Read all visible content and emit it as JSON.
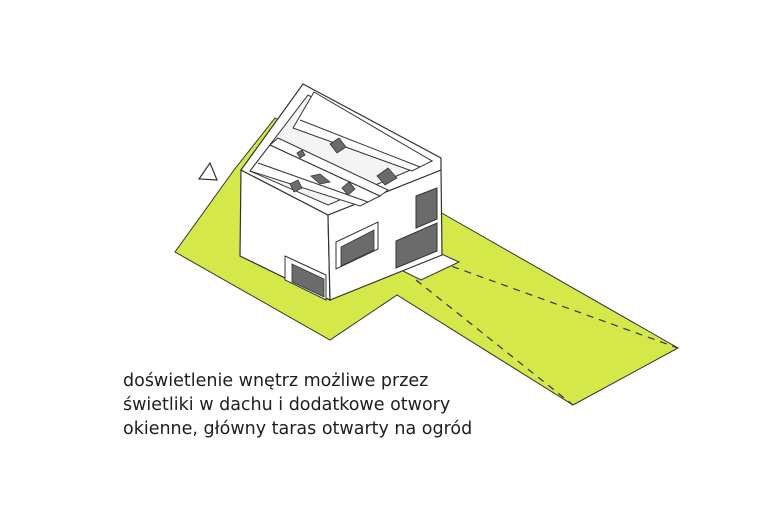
{
  "caption": {
    "lines": [
      "doświetlenie wnętrz możliwe przez",
      "świetliki w dachu i dodatkowe otwory",
      "okienne, główny taras otwarty na ogród"
    ]
  },
  "colors": {
    "plot": "#d4e84a",
    "line": "#333333",
    "window": "#6b6b6b",
    "wall": "#ffffff",
    "roof": "#f4f4f4"
  },
  "icons": [
    "north-arrow-icon"
  ]
}
